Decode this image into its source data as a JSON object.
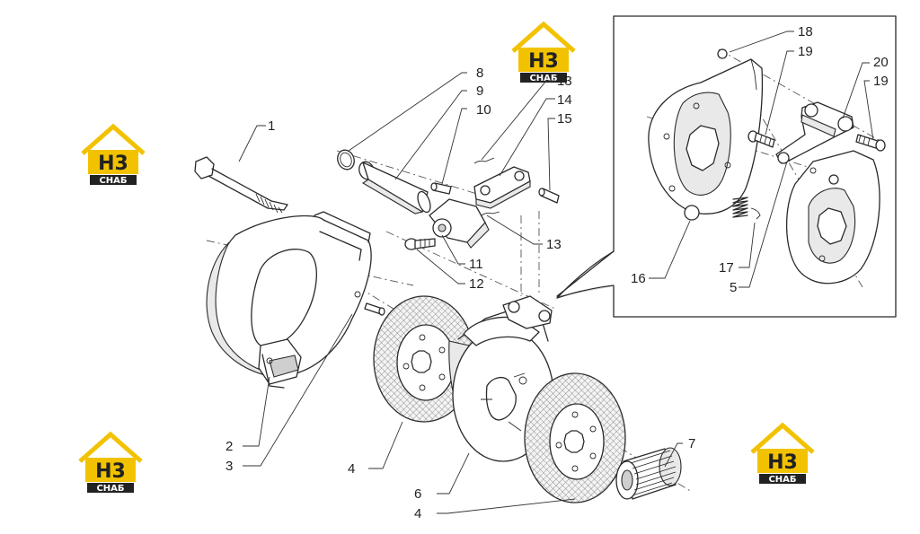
{
  "logo": {
    "main": "H3",
    "sub": "СНАБ",
    "accent": "#f2c200",
    "dark": "#222222"
  },
  "callouts": {
    "c1": "1",
    "c2": "2",
    "c3": "3",
    "c4a": "4",
    "c4b": "4",
    "c5": "5",
    "c6": "6",
    "c7": "7",
    "c8": "8",
    "c9": "9",
    "c10": "10",
    "c11": "11",
    "c12": "12",
    "c13a": "13",
    "c13b": "13",
    "c14": "14",
    "c15": "15",
    "c16": "16",
    "c17": "17",
    "c18": "18",
    "c19a": "19",
    "c19b": "19",
    "c20": "20"
  }
}
